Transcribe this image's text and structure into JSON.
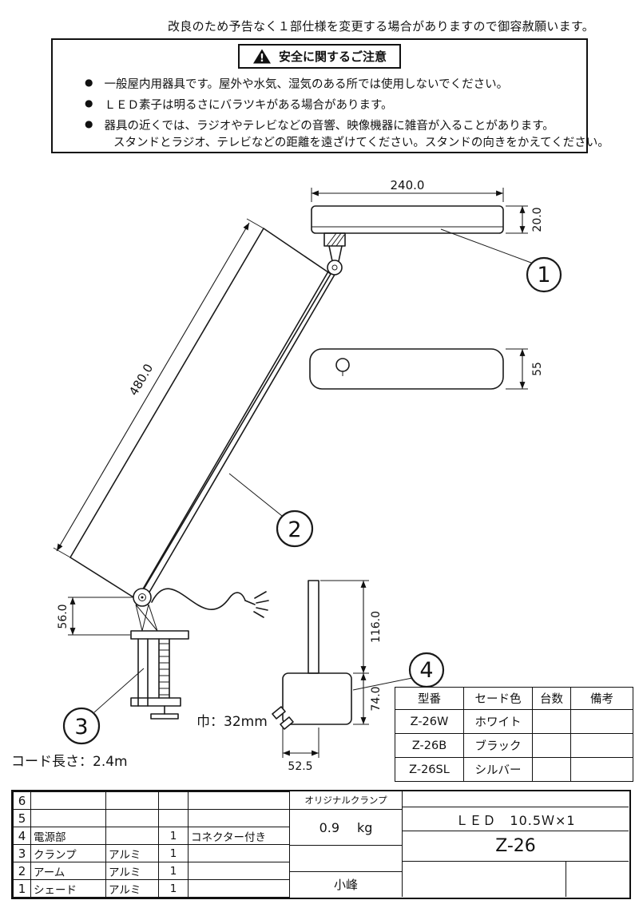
{
  "page": {
    "notice": "改良のため予告なく１部仕様を変更する場合がありますので御容赦願います。"
  },
  "warning": {
    "title": "安全に関するご注意",
    "symbol": "!",
    "bullet": "●",
    "bullets": [
      "一般屋内用器具です。屋外や水気、湿気のある所では使用しないでください。",
      "ＬＥＤ素子は明るさにバラツキがある場合があります。",
      "器具の近くでは、ラジオやテレビなどの音響、映像機器に雑音が入ることがあります。",
      "スタンドとラジオ、テレビなどの距離を遠ざけてください。スタンドの向きをかえてください。"
    ]
  },
  "drawing": {
    "dims": {
      "head_width": "240.0",
      "head_height": "20.0",
      "head_depth": "55",
      "arm_length": "480.0",
      "clamp_height": "56.0",
      "adapter_stem": "116.0",
      "adapter_body": "74.0",
      "adapter_width": "52.5",
      "clamp_width_note": "巾：32mm",
      "cord_note": "コード長さ：2.4m"
    },
    "callouts": [
      "1",
      "2",
      "3",
      "4"
    ]
  },
  "spec_table": {
    "headers": [
      "型番",
      "セード色",
      "台数",
      "備考"
    ],
    "rows": [
      {
        "model": "Z-26W",
        "color": "ホワイト",
        "qty": "",
        "note": ""
      },
      {
        "model": "Z-26B",
        "color": "ブラック",
        "qty": "",
        "note": ""
      },
      {
        "model": "Z-26SL",
        "color": "シルバー",
        "qty": "",
        "note": ""
      }
    ]
  },
  "parts_table": {
    "rows": [
      {
        "no": "6",
        "name": "",
        "material": "",
        "qty": "",
        "note": ""
      },
      {
        "no": "5",
        "name": "",
        "material": "",
        "qty": "",
        "note": ""
      },
      {
        "no": "4",
        "name": "電源部",
        "material": "",
        "qty": "1",
        "note": "コネクター付き"
      },
      {
        "no": "3",
        "name": "クランプ",
        "material": "アルミ",
        "qty": "1",
        "note": ""
      },
      {
        "no": "2",
        "name": "アーム",
        "material": "アルミ",
        "qty": "1",
        "note": ""
      },
      {
        "no": "1",
        "name": "シェード",
        "material": "アルミ",
        "qty": "1",
        "note": ""
      }
    ]
  },
  "title_block": {
    "clamp_type": "オリジナルクランプ",
    "weight_value": "0.9",
    "weight_unit": "kg",
    "lamp_spec": "ＬＥＤ　10.5Ｗ×1",
    "model": "Z-26",
    "approver": "小峰"
  }
}
